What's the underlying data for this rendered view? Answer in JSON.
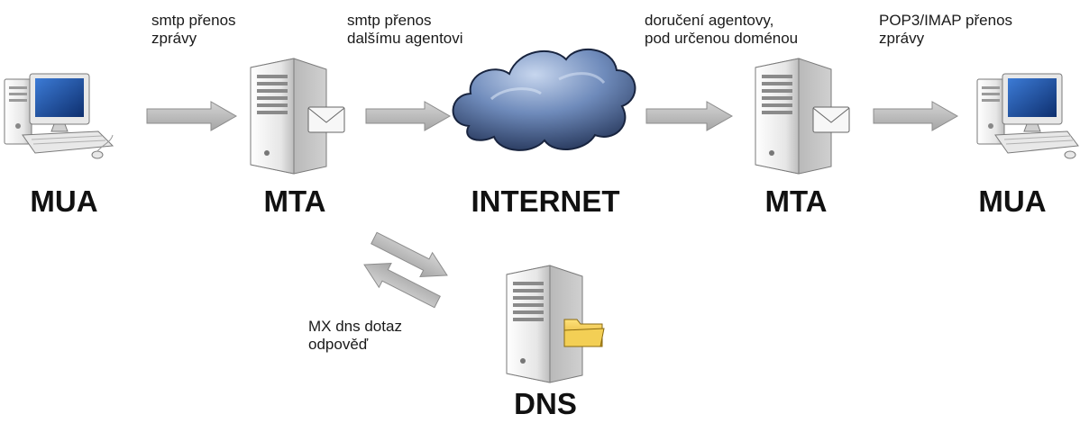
{
  "nodes": {
    "mua_left": {
      "label": "MUA"
    },
    "mta_left": {
      "label": "MTA"
    },
    "internet": {
      "label": "INTERNET"
    },
    "mta_right": {
      "label": "MTA"
    },
    "mua_right": {
      "label": "MUA"
    },
    "dns": {
      "label": "DNS"
    }
  },
  "edges": {
    "mua_to_mta": {
      "lines": [
        "smtp přenos",
        "zprávy"
      ]
    },
    "mta_to_internet": {
      "lines": [
        "smtp přenos",
        "dalšímu agentovi"
      ]
    },
    "internet_to_mta": {
      "lines": [
        "doručení agentovy,",
        "pod určenou doménou"
      ]
    },
    "mta_to_mua": {
      "lines": [
        "POP3/IMAP přenos",
        "zprávy"
      ]
    },
    "mta_dns": {
      "lines": [
        "MX dns dotaz",
        "odpověď"
      ]
    }
  },
  "icons": {
    "computer": "computer-icon",
    "server_mail": "mail-server-icon",
    "cloud": "cloud-icon",
    "server_folder": "dns-server-icon",
    "arrow": "arrow-right-icon"
  },
  "colors": {
    "arrow_fill": "#b5b5b5",
    "arrow_stroke": "#8c8c8c",
    "cloud_dark": "#1f2f52",
    "cloud_light": "#9fb6d8",
    "server_body": "#f2f2f2",
    "screen_blue": "#1e4fa0",
    "folder": "#f0c23c"
  }
}
